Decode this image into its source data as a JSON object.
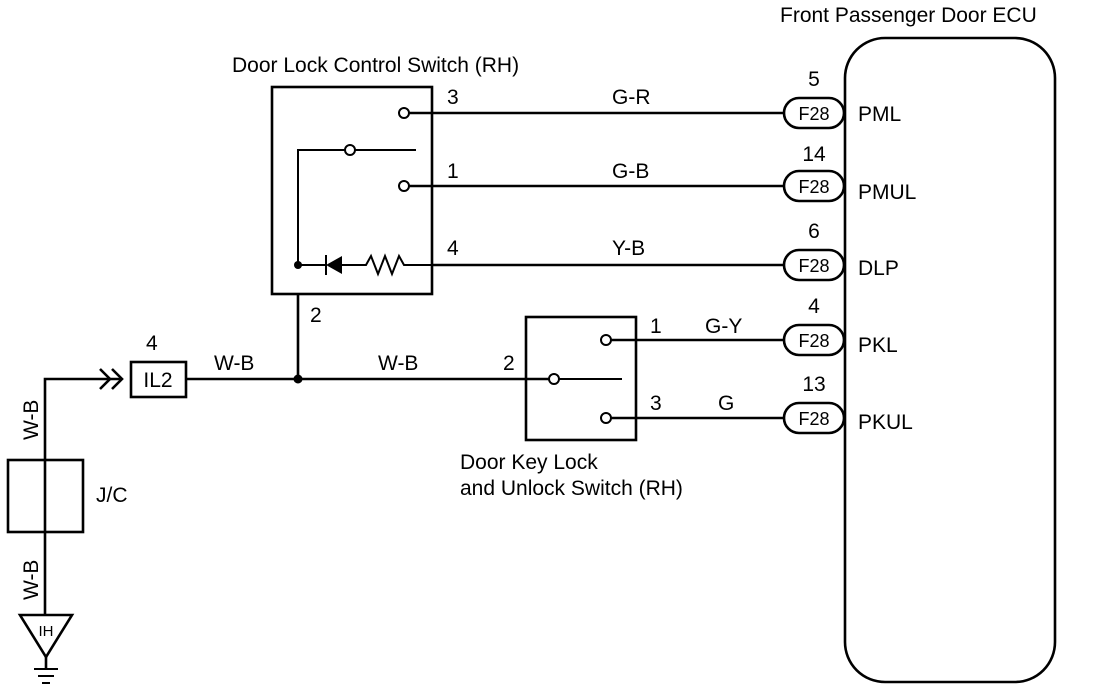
{
  "ecu": {
    "title": "Front Passenger Door ECU"
  },
  "lock_switch": {
    "title": "Door Lock Control Switch (RH)",
    "pin_3": "3",
    "pin_1": "1",
    "pin_4": "4",
    "pin_2": "2"
  },
  "key_switch": {
    "title_line1": "Door Key Lock",
    "title_line2": "and Unlock Switch (RH)",
    "pin_1": "1",
    "pin_2": "2",
    "pin_3": "3"
  },
  "wires": {
    "gr": "G-R",
    "gb": "G-B",
    "yb": "Y-B",
    "gy": "G-Y",
    "g": "G",
    "wb_il2": "W-B",
    "wb_main": "W-B",
    "wb_vert_top": "W-B",
    "wb_vert_bottom": "W-B"
  },
  "ecu_pins": [
    {
      "pin": "5",
      "connector": "F28",
      "name": "PML"
    },
    {
      "pin": "14",
      "connector": "F28",
      "name": "PMUL"
    },
    {
      "pin": "6",
      "connector": "F28",
      "name": "DLP"
    },
    {
      "pin": "4",
      "connector": "F28",
      "name": "PKL"
    },
    {
      "pin": "13",
      "connector": "F28",
      "name": "PKUL"
    }
  ],
  "il2": {
    "label": "IL2",
    "pin": "4"
  },
  "jc": {
    "label": "J/C"
  },
  "ground": {
    "label": "IH"
  }
}
